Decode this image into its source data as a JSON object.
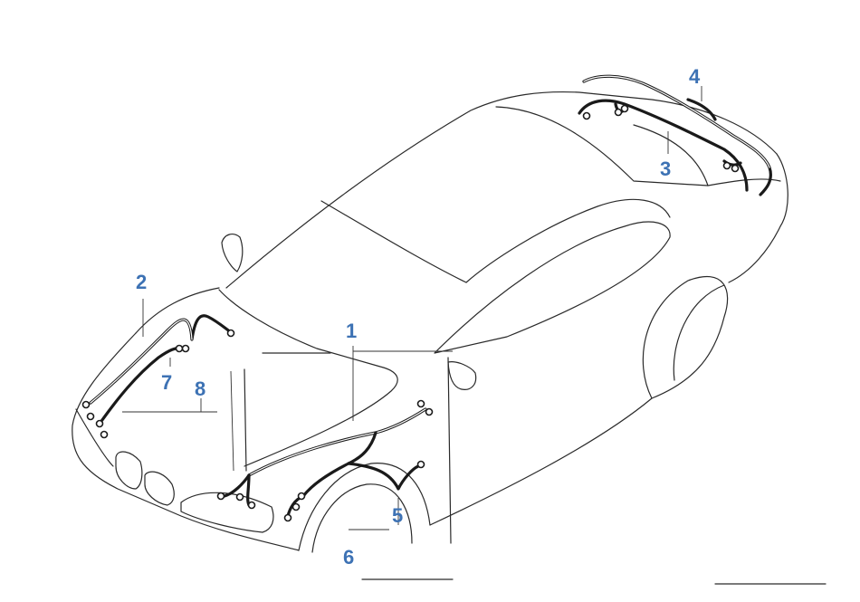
{
  "callouts": {
    "c1": "1",
    "c2": "2",
    "c3": "3",
    "c4": "4",
    "c5": "5",
    "c6": "6",
    "c7": "7",
    "c8": "8"
  },
  "colors": {
    "callout": "#3d72b4",
    "outline": "#2a2a2a",
    "wire": "#1a1a1a"
  }
}
